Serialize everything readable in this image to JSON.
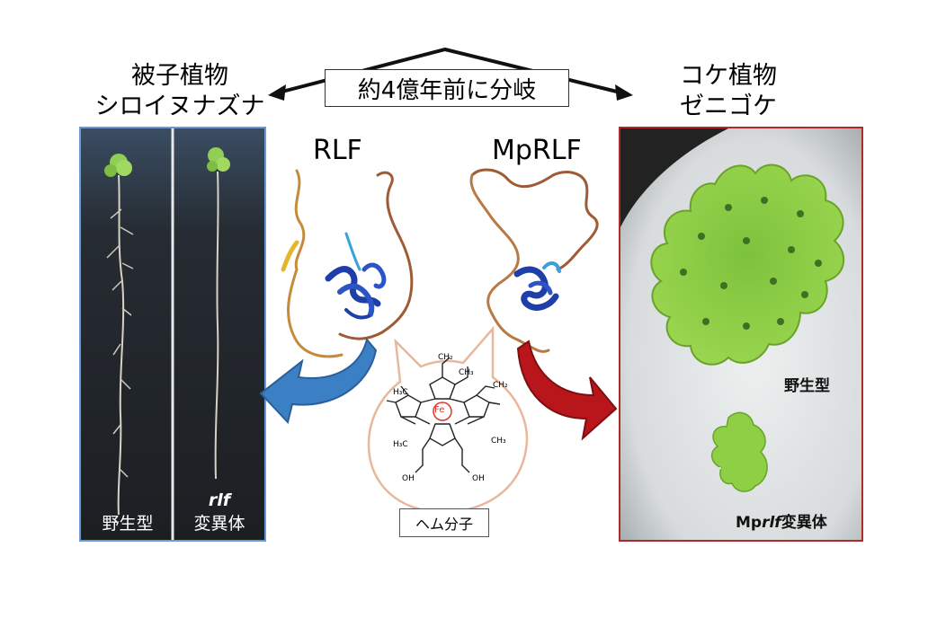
{
  "header": {
    "left_group": "被子植物",
    "left_species": "シロイヌナズナ",
    "right_group": "コケ植物",
    "right_species": "ゼニゴケ",
    "divergence": "約4億年前に分岐"
  },
  "proteins": {
    "left": "RLF",
    "right": "MpRLF"
  },
  "heme": {
    "label": "ヘム分子",
    "fe": "Fe",
    "h3c_labels": [
      "H₃C",
      "H₃C"
    ],
    "ch3_labels": [
      "CH₃",
      "CH₃"
    ],
    "ch2_labels": [
      "CH₂",
      "CH₂"
    ],
    "oh_labels": [
      "OH",
      "OH"
    ]
  },
  "arabidopsis": {
    "wildtype": "野生型",
    "mutant_gene": "rlf",
    "mutant_suffix": "変異体"
  },
  "liverwort": {
    "wildtype": "野生型",
    "mutant_prefix": "Mp",
    "mutant_gene": "rlf",
    "mutant_suffix": "変異体"
  },
  "colors": {
    "arrow_left": "#3b7fc4",
    "arrow_right": "#b8161b",
    "frame_left": "#5b8fd0",
    "frame_right": "#b02a2a",
    "heme_bubble": "#e9b79a",
    "fe": "#e0352b",
    "protein": "#1e3fa8"
  }
}
